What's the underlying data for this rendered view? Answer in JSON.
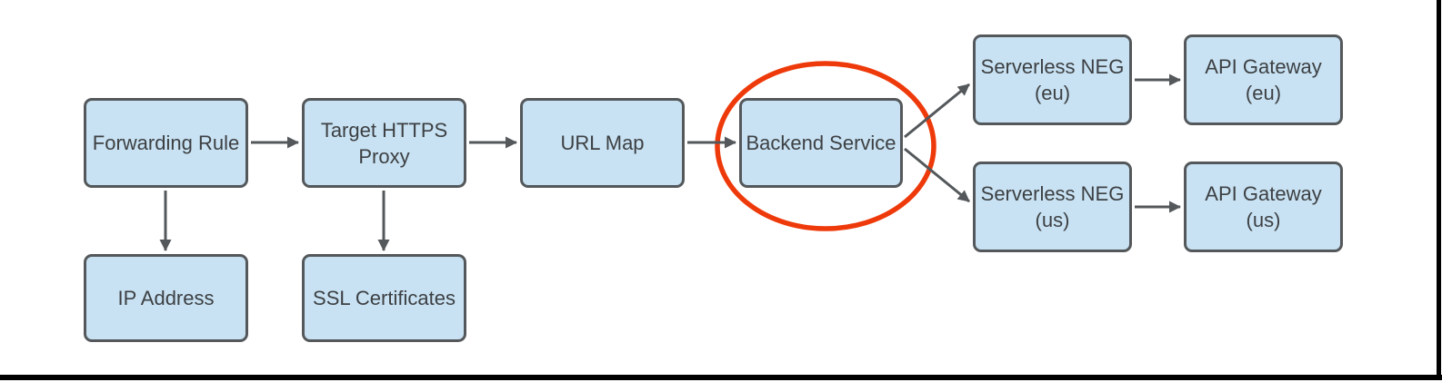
{
  "diagram": {
    "nodes": {
      "forwarding_rule": {
        "label": "Forwarding Rule"
      },
      "target_https_proxy": {
        "label": "Target HTTPS\nProxy"
      },
      "url_map": {
        "label": "URL Map"
      },
      "backend_service": {
        "label": "Backend Service"
      },
      "serverless_neg_eu": {
        "label": "Serverless NEG\n(eu)"
      },
      "api_gateway_eu": {
        "label": "API Gateway\n(eu)"
      },
      "serverless_neg_us": {
        "label": "Serverless NEG\n(us)"
      },
      "api_gateway_us": {
        "label": "API Gateway\n(us)"
      },
      "ip_address": {
        "label": "IP Address"
      },
      "ssl_certificates": {
        "label": "SSL Certificates"
      }
    },
    "edges": [
      {
        "from": "forwarding_rule",
        "to": "target_https_proxy"
      },
      {
        "from": "target_https_proxy",
        "to": "url_map"
      },
      {
        "from": "url_map",
        "to": "backend_service"
      },
      {
        "from": "backend_service",
        "to": "serverless_neg_eu"
      },
      {
        "from": "backend_service",
        "to": "serverless_neg_us"
      },
      {
        "from": "serverless_neg_eu",
        "to": "api_gateway_eu"
      },
      {
        "from": "serverless_neg_us",
        "to": "api_gateway_us"
      },
      {
        "from": "forwarding_rule",
        "to": "ip_address"
      },
      {
        "from": "target_https_proxy",
        "to": "ssl_certificates"
      }
    ],
    "annotation": {
      "type": "ellipse_highlight",
      "target": "backend_service"
    }
  },
  "colors": {
    "node_fill": "#c8e2f3",
    "node_border": "#54585b",
    "node_text": "#3d4043",
    "connector": "#54585b",
    "highlight": "#ee3a0b",
    "frame": "#000000"
  }
}
